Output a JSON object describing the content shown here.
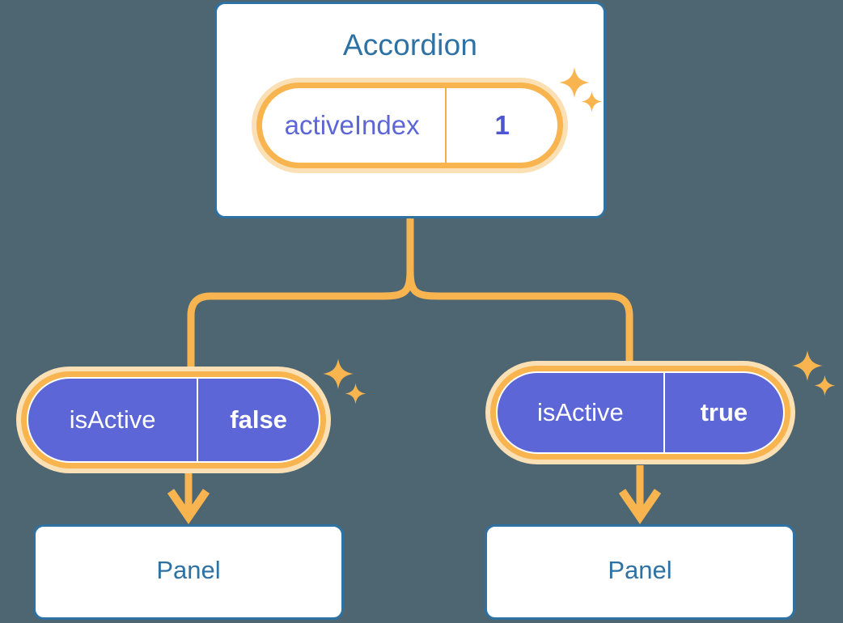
{
  "theme": {
    "background": "#4d6672",
    "card_border": "#2e72a4",
    "card_text": "#2e72a4",
    "card_fill": "#ffffff",
    "accent_orange": "#f7b44f",
    "accent_orange_soft": "#fae0b4",
    "purple_fill": "#5c66d6",
    "purple_text": "#5c66d6",
    "white_text": "#ffffff"
  },
  "diagram": {
    "type": "component-state-tree",
    "root": {
      "title": "Accordion",
      "state": {
        "key": "activeIndex",
        "value": "1",
        "style": "light"
      }
    },
    "children": [
      {
        "id": "left",
        "state": {
          "key": "isActive",
          "value": "false",
          "style": "solid"
        },
        "card": {
          "title": "Panel"
        }
      },
      {
        "id": "right",
        "state": {
          "key": "isActive",
          "value": "true",
          "style": "solid"
        },
        "card": {
          "title": "Panel"
        }
      }
    ],
    "decorations": {
      "sparkle_groups": [
        {
          "id": "accordion",
          "icon": "sparkle-icon",
          "count": 2
        },
        {
          "id": "left-pill",
          "icon": "sparkle-icon",
          "count": 2
        },
        {
          "id": "right-pill",
          "icon": "sparkle-icon",
          "count": 2
        }
      ],
      "connector_icon": "branch-connector",
      "arrow_icon": "arrow-down-icon"
    }
  }
}
